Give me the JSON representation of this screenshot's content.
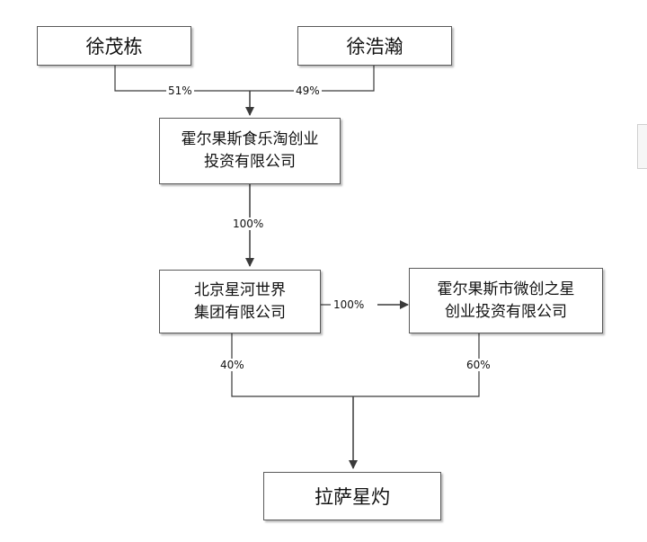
{
  "nodes": {
    "xu_maodong": "徐茂栋",
    "xu_haohan": "徐浩瀚",
    "horgos_shile": "霍尔果斯食乐淘创业\n投资有限公司",
    "beijing_xinghe": "北京星河世界\n集团有限公司",
    "horgos_weichuang": "霍尔果斯市微创之星\n创业投资有限公司",
    "lasa_xingzhuo": "拉萨星灼"
  },
  "edges": {
    "xu_maodong_pct": "51%",
    "xu_haohan_pct": "49%",
    "shile_to_xinghe_pct": "100%",
    "xinghe_to_weichuang_pct": "100%",
    "xinghe_to_lasa_pct": "40%",
    "weichuang_to_lasa_pct": "60%"
  },
  "colors": {
    "line": "#3a3a3a",
    "border": "#5a5a5a"
  }
}
